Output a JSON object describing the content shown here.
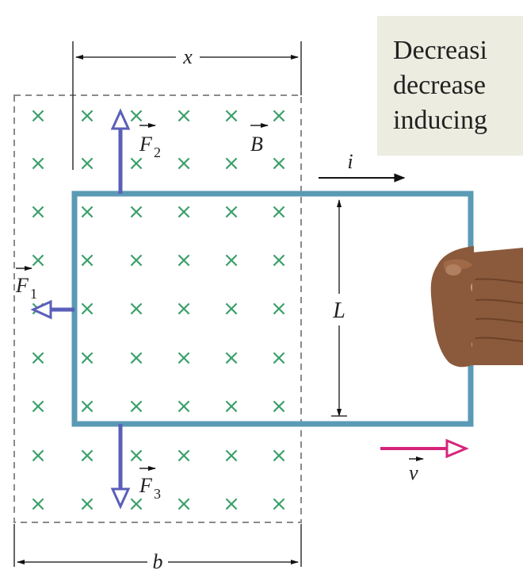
{
  "caption": {
    "lines": [
      "Decreasi",
      "decrease",
      "inducing"
    ]
  },
  "labels": {
    "x": "x",
    "b": "b",
    "L": "L",
    "i": "i",
    "v": "v",
    "B": "B",
    "F1": "F",
    "F1_sub": "1",
    "F2": "F",
    "F2_sub": "2",
    "F3": "F",
    "F3_sub": "3"
  },
  "field_symbol": "×",
  "colors": {
    "loop": "#5b9ab5",
    "force_arrow": "#5a5fb8",
    "velocity_arrow": "#d6247a",
    "field_cross": "#3aa06a",
    "dashed_region": "#8a8a8a",
    "hand": "#8b5a3c",
    "caption_bg": "#ecece0"
  },
  "icons": {
    "hand": "hand-fist-icon"
  }
}
